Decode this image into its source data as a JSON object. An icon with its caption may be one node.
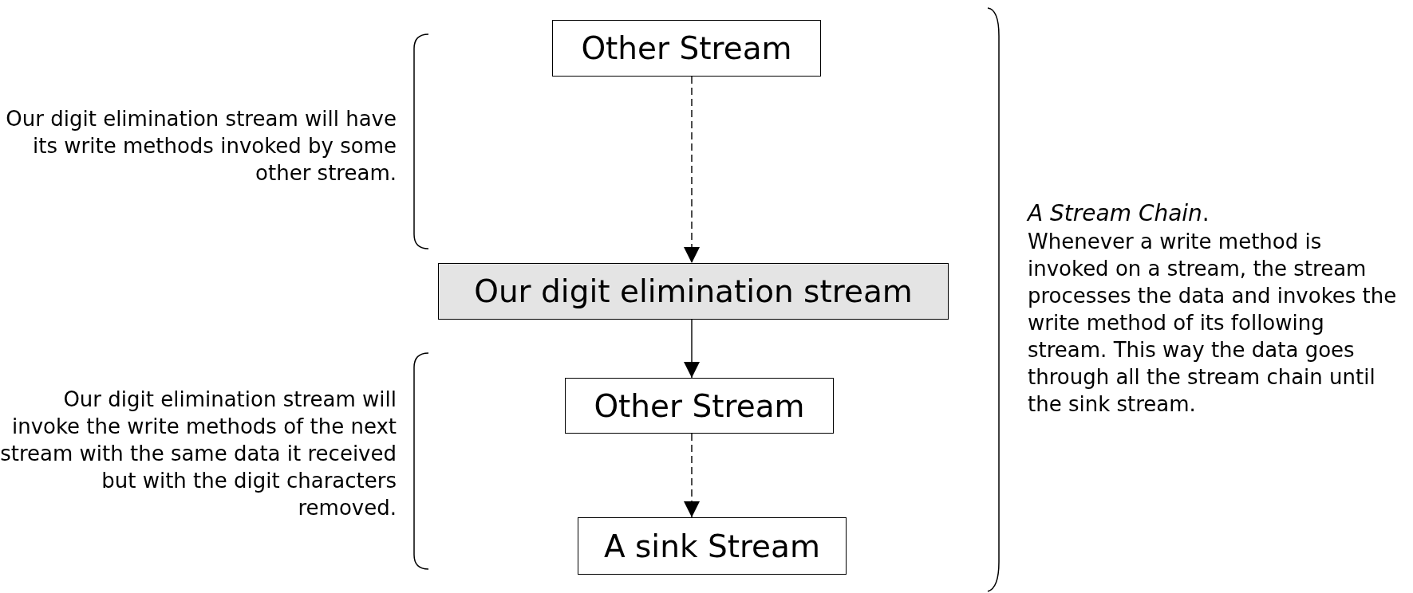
{
  "diagram": {
    "nodes": [
      {
        "text": [
          "Other Stream"
        ]
      },
      {
        "text": [
          "Our digit elimination stream"
        ]
      },
      {
        "text": [
          "Other Stream"
        ]
      },
      {
        "text": [
          "A sink Stream"
        ]
      }
    ],
    "edges": [
      {
        "from": 0,
        "to": 1,
        "arrow": "to",
        "style": "dashed"
      },
      {
        "from": 1,
        "to": 2,
        "arrow": "to"
      },
      {
        "from": 2,
        "to": 3,
        "arrow": "to",
        "style": "dashed"
      }
    ],
    "labels": [
      "Our digit elimination stream will have its write methods invoked by some other stream.",
      "Our digit elimination stream will invoke the write methods of the next stream with the same data it received but with the digit characters removed.",
      "*A Stream Chain*.",
      "Whenever a write method is invoked on a stream, the stream processes the data and invokes the write method of its following stream. This way the data goes through all the stream chain until the sink stream."
    ]
  }
}
